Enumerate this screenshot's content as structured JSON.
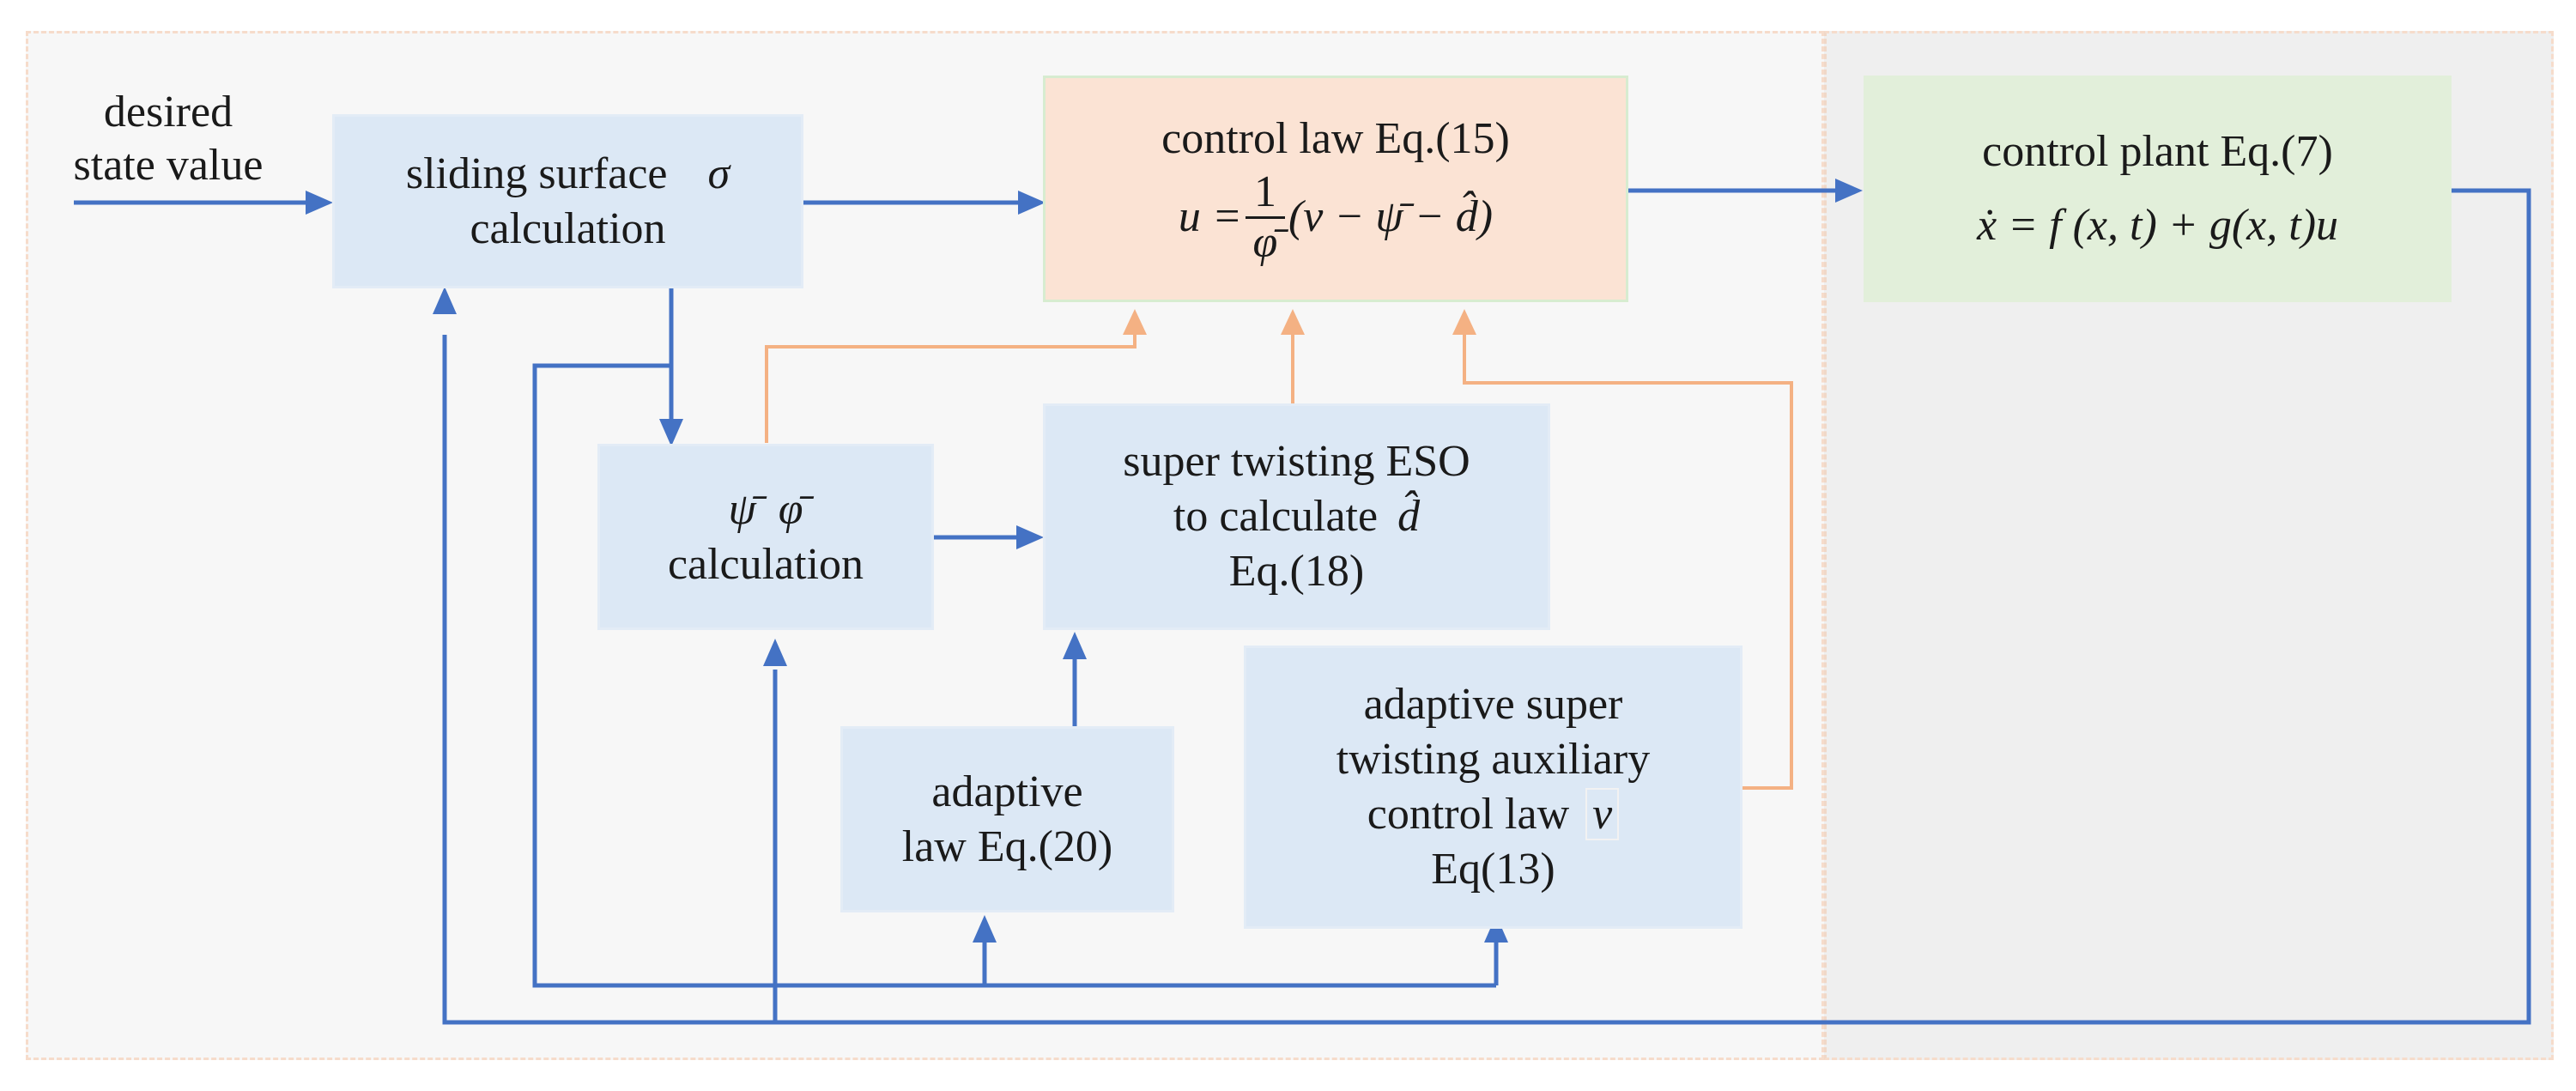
{
  "input_label": {
    "line1": "desired",
    "line2": "state value"
  },
  "blocks": {
    "sliding_surface": {
      "line1": "sliding  surface",
      "symbol": "σ",
      "line2": "calculation"
    },
    "control_law": {
      "title": "control law Eq.(15)",
      "lhs": "u =",
      "frac_num": "1",
      "frac_den": "φ̄",
      "rhs": "(v − ψ̄ − d̂)"
    },
    "control_plant": {
      "title": "control plant Eq.(7)",
      "equation": "ẋ = f (x, t) + g(x, t)u"
    },
    "psi_phi": {
      "symbols": "ψ̄  φ̄",
      "line2": "calculation"
    },
    "eso": {
      "line1": "super twisting ESO",
      "line2_text": "to calculate",
      "line2_symbol": "d̂",
      "line3": "Eq.(18)"
    },
    "adaptive_law": {
      "line1": "adaptive",
      "line2": "law Eq.(20)"
    },
    "auxiliary_law": {
      "line1": "adaptive super",
      "line2": "twisting auxiliary",
      "line3_text": "control law",
      "line3_symbol": "v",
      "line4": "Eq(13)"
    }
  },
  "colors": {
    "blue_arrow": "#4472c4",
    "orange_arrow": "#f4b183",
    "block_blue": "#dce8f5",
    "block_orange": "#fbe3d4",
    "block_green": "#e2efda"
  }
}
